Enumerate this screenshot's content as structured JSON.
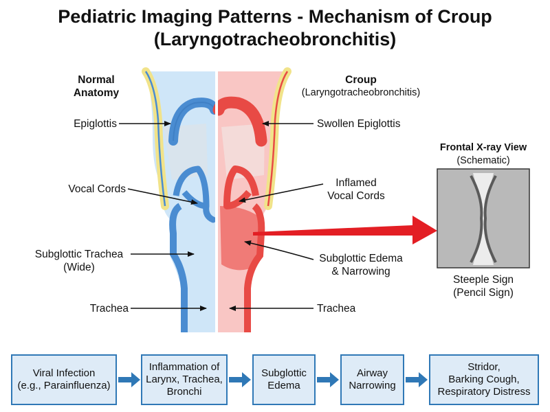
{
  "title": {
    "line1": "Pediatric Imaging Patterns - Mechanism of Croup",
    "line2": "(Laryngotracheobronchitis)"
  },
  "normal": {
    "heading_line1": "Normal",
    "heading_line2": "Anatomy",
    "labels": {
      "epiglottis": "Epiglottis",
      "vocal_cords": "Vocal Cords",
      "subglottic_line1": "Subglottic Trachea",
      "subglottic_line2": "(Wide)",
      "trachea": "Trachea"
    }
  },
  "croup": {
    "heading": "Croup",
    "heading_sub": "(Laryngotracheobronchitis)",
    "labels": {
      "epiglottis": "Swollen Epiglottis",
      "vocal_cords_line1": "Inflamed",
      "vocal_cords_line2": "Vocal Cords",
      "subglottic_line1": "Subglottic Edema",
      "subglottic_line2": "& Narrowing",
      "trachea": "Trachea"
    }
  },
  "xray": {
    "title": "Frontal X-ray View",
    "subtitle": "(Schematic)",
    "caption_line1": "Steeple Sign",
    "caption_line2": "(Pencil Sign)"
  },
  "flow": [
    {
      "line1": "Viral Infection",
      "line2": "(e.g., Parainfluenza)",
      "line3": ""
    },
    {
      "line1": "Inflammation of",
      "line2": "Larynx, Trachea,",
      "line3": "Bronchi"
    },
    {
      "line1": "Subglottic",
      "line2": "Edema",
      "line3": ""
    },
    {
      "line1": "Airway",
      "line2": "Narrowing",
      "line3": ""
    },
    {
      "line1": "Stridor,",
      "line2": "Barking Cough,",
      "line3": "Respiratory Distress"
    }
  ],
  "colors": {
    "normal_fill": "#cfe6f8",
    "normal_stroke": "#4a8cd1",
    "normal_dark": "#2f6fb3",
    "croup_fill": "#f9c6c4",
    "croup_stroke": "#e84a45",
    "croup_edema": "#f07b77",
    "cartilage_yellow": "#fbf3b8",
    "flow_border": "#2f78b6",
    "flow_fill": "#deebf7",
    "pointer_red": "#e31e24"
  },
  "icons": {
    "flow_arrow": "right-arrow-icon",
    "pointer": "big-red-arrow-icon"
  }
}
